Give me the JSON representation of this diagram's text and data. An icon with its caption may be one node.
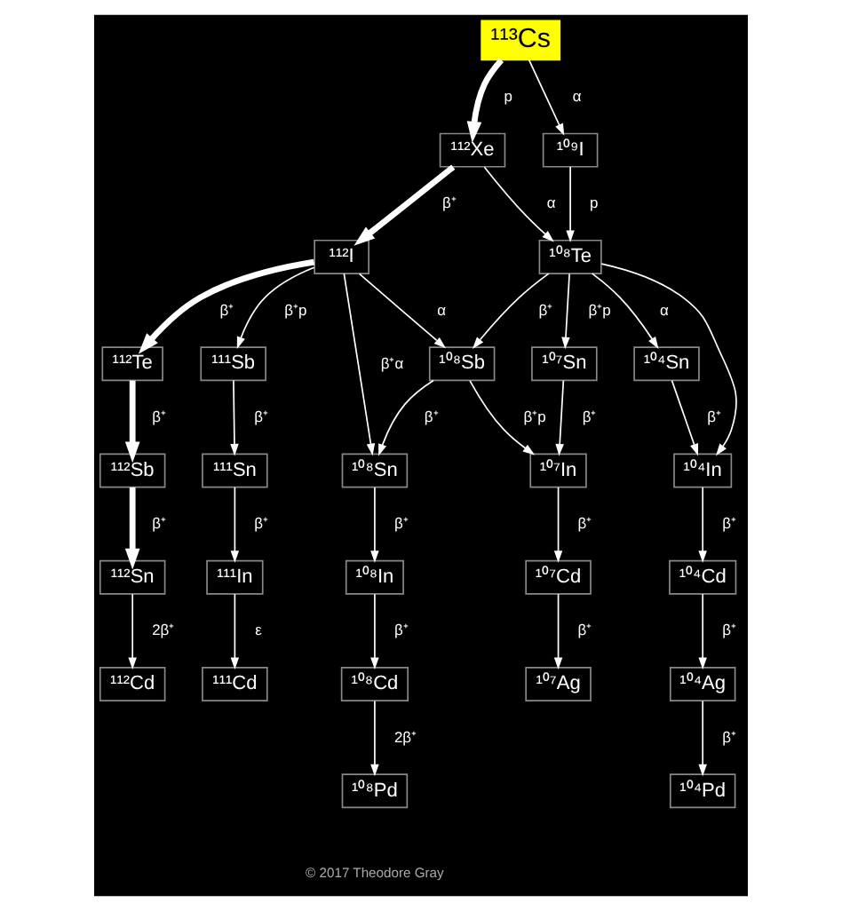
{
  "diagram": {
    "nodes": [
      {
        "text": [
          "¹¹³Cs"
        ]
      },
      {
        "text": [
          "¹¹²Xe"
        ]
      },
      {
        "text": [
          "¹⁰⁹I"
        ]
      },
      {
        "text": [
          "¹¹²I"
        ]
      },
      {
        "text": [
          "¹⁰⁸Te"
        ]
      },
      {
        "text": [
          "¹¹²Te"
        ]
      },
      {
        "text": [
          "¹¹¹Sb"
        ]
      },
      {
        "text": [
          "¹⁰⁸Sb"
        ]
      },
      {
        "text": [
          "¹⁰⁷Sn"
        ]
      },
      {
        "text": [
          "¹⁰⁴Sn"
        ]
      },
      {
        "text": [
          "¹¹²Sb"
        ]
      },
      {
        "text": [
          "¹¹¹Sn"
        ]
      },
      {
        "text": [
          "¹⁰⁸Sn"
        ]
      },
      {
        "text": [
          "¹⁰⁷In"
        ]
      },
      {
        "text": [
          "¹⁰⁴In"
        ]
      },
      {
        "text": [
          "¹¹²Sn"
        ]
      },
      {
        "text": [
          "¹¹¹In"
        ]
      },
      {
        "text": [
          "¹⁰⁸In"
        ]
      },
      {
        "text": [
          "¹⁰⁷Cd"
        ]
      },
      {
        "text": [
          "¹⁰⁴Cd"
        ]
      },
      {
        "text": [
          "¹¹²Cd"
        ]
      },
      {
        "text": [
          "¹¹¹Cd"
        ]
      },
      {
        "text": [
          "¹⁰⁸Cd"
        ]
      },
      {
        "text": [
          "¹⁰⁷Ag"
        ]
      },
      {
        "text": [
          "¹⁰⁴Ag"
        ]
      },
      {
        "text": [
          "¹⁰⁸Pd"
        ]
      },
      {
        "text": [
          "¹⁰⁴Pd"
        ]
      }
    ],
    "edges": [
      {
        "from": 0,
        "to": 1,
        "arrow": "to",
        "label": "p",
        "style": "thick"
      },
      {
        "from": 0,
        "to": 2,
        "arrow": "to",
        "label": "α"
      },
      {
        "from": 1,
        "to": 3,
        "arrow": "to",
        "label": "β⁺",
        "style": "thick"
      },
      {
        "from": 1,
        "to": 4,
        "arrow": "to",
        "label": "α"
      },
      {
        "from": 2,
        "to": 4,
        "arrow": "to",
        "label": "p"
      },
      {
        "from": 3,
        "to": 5,
        "arrow": "to",
        "label": "β⁺",
        "style": "thick"
      },
      {
        "from": 3,
        "to": 6,
        "arrow": "to",
        "label": "β⁺p"
      },
      {
        "from": 3,
        "to": 12,
        "arrow": "to",
        "label": "β⁺α"
      },
      {
        "from": 3,
        "to": 7,
        "arrow": "to",
        "label": "α"
      },
      {
        "from": 4,
        "to": 7,
        "arrow": "to",
        "label": "β⁺"
      },
      {
        "from": 4,
        "to": 8,
        "arrow": "to",
        "label": "β⁺p"
      },
      {
        "from": 4,
        "to": 9,
        "arrow": "to",
        "label": "α"
      },
      {
        "from": 4,
        "to": 14,
        "arrow": "to"
      },
      {
        "from": 5,
        "to": 10,
        "arrow": "to",
        "label": "β⁺",
        "style": "thick"
      },
      {
        "from": 6,
        "to": 11,
        "arrow": "to",
        "label": "β⁺"
      },
      {
        "from": 7,
        "to": 12,
        "arrow": "to",
        "label": "β⁺"
      },
      {
        "from": 7,
        "to": 13,
        "arrow": "to",
        "label": "β⁺p"
      },
      {
        "from": 8,
        "to": 13,
        "arrow": "to",
        "label": "β⁺"
      },
      {
        "from": 9,
        "to": 14,
        "arrow": "to",
        "label": "β⁺"
      },
      {
        "from": 10,
        "to": 15,
        "arrow": "to",
        "label": "β⁺",
        "style": "thick"
      },
      {
        "from": 11,
        "to": 16,
        "arrow": "to",
        "label": "β⁺"
      },
      {
        "from": 12,
        "to": 17,
        "arrow": "to",
        "label": "β⁺"
      },
      {
        "from": 13,
        "to": 18,
        "arrow": "to",
        "label": "β⁺"
      },
      {
        "from": 14,
        "to": 19,
        "arrow": "to",
        "label": "β⁺"
      },
      {
        "from": 15,
        "to": 20,
        "arrow": "to",
        "label": "2β⁺"
      },
      {
        "from": 16,
        "to": 21,
        "arrow": "to",
        "label": "ε"
      },
      {
        "from": 17,
        "to": 22,
        "arrow": "to",
        "label": "β⁺"
      },
      {
        "from": 18,
        "to": 23,
        "arrow": "to",
        "label": "β⁺"
      },
      {
        "from": 19,
        "to": 24,
        "arrow": "to",
        "label": "β⁺"
      },
      {
        "from": 22,
        "to": 25,
        "arrow": "to",
        "label": "2β⁺"
      },
      {
        "from": 24,
        "to": 26,
        "arrow": "to",
        "label": "β⁺"
      }
    ],
    "labels": [
      "© 2017 Theodore Gray"
    ]
  }
}
